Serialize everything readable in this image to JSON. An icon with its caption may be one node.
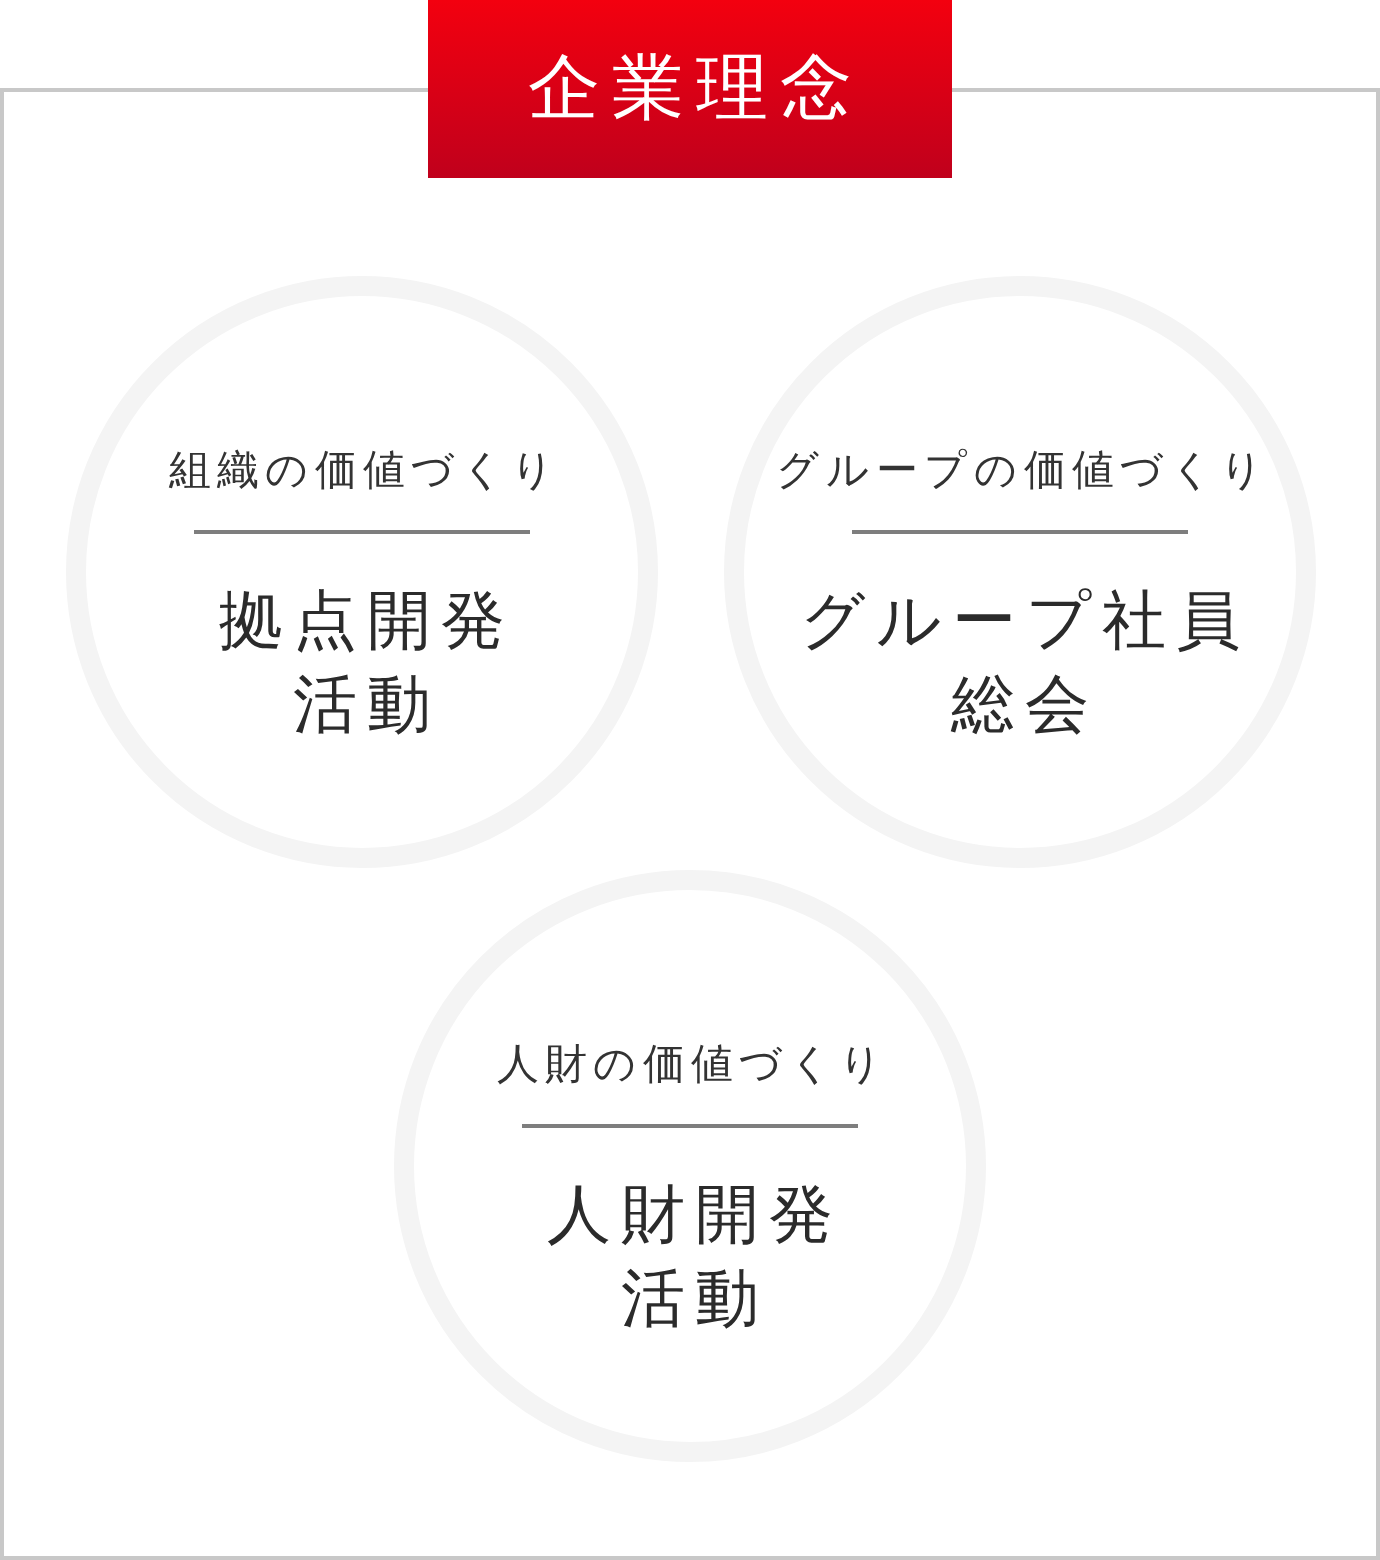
{
  "diagram": {
    "nodes": [
      {
        "text": [
          "企業理念"
        ]
      },
      {
        "text": [
          "組織の価値づくり",
          "拠点開発活動"
        ],
        "in": 0
      },
      {
        "text": [
          "グループの価値づくり",
          "グループ社員総会"
        ],
        "in": 0
      },
      {
        "text": [
          "人財の価値づくり",
          "人財開発活動"
        ],
        "in": 0
      }
    ]
  }
}
